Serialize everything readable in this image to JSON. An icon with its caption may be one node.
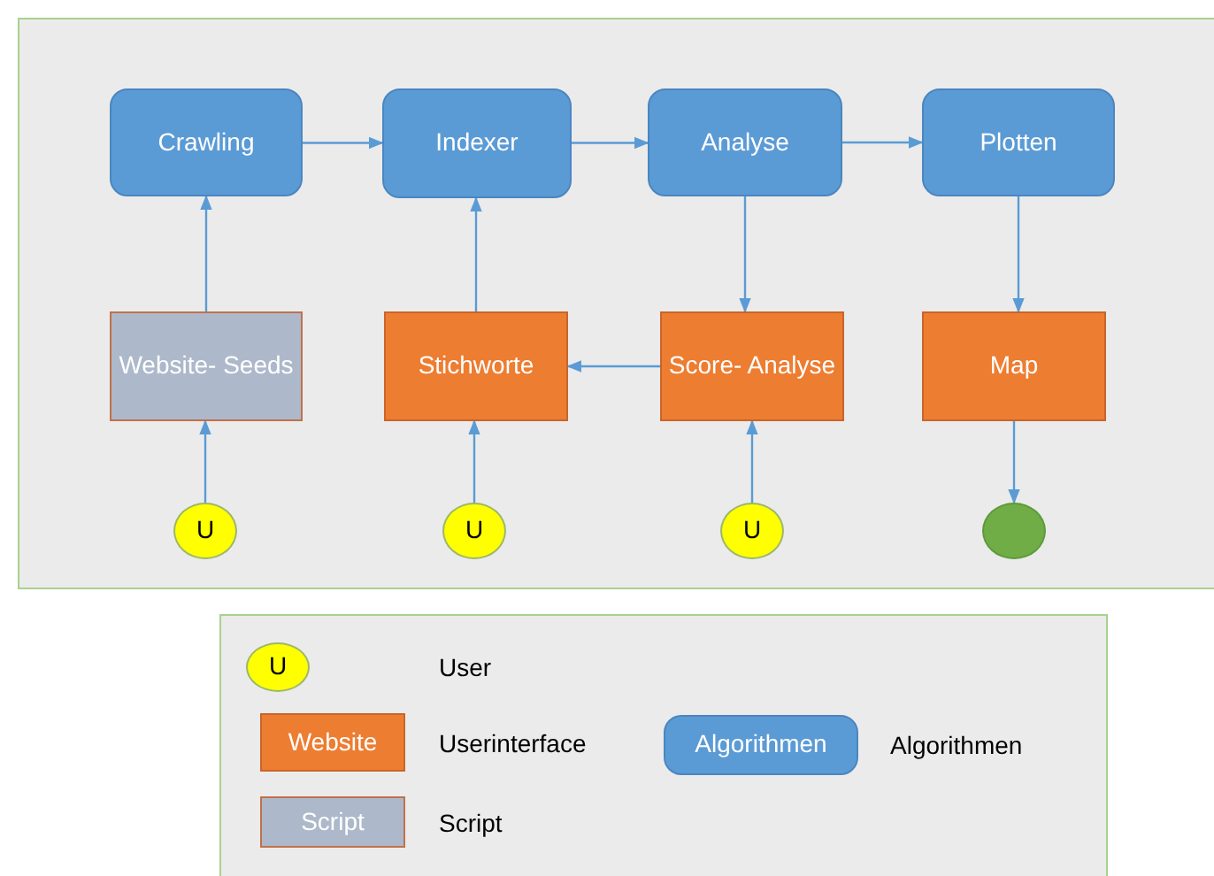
{
  "diagram": {
    "nodes": [
      {
        "text": [
          "Crawling"
        ]
      },
      {
        "text": [
          "Indexer"
        ]
      },
      {
        "text": [
          "Analyse"
        ]
      },
      {
        "text": [
          "Plotten"
        ]
      },
      {
        "text": [
          "Website- Seeds"
        ]
      },
      {
        "text": [
          "Stichworte"
        ]
      },
      {
        "text": [
          "Score- Analyse"
        ]
      },
      {
        "text": [
          "Map"
        ]
      },
      {
        "text": [
          "U"
        ]
      },
      {
        "text": [
          "U"
        ]
      },
      {
        "text": [
          "U"
        ]
      },
      {
        "text": [],
        "shape": "circle"
      },
      {
        "text": [
          "U"
        ]
      },
      {
        "text": [
          "Website"
        ],
        "beside": [
          "Userinterface"
        ]
      },
      {
        "text": [
          "Algorithmen"
        ],
        "beside": [
          "Algorithmen"
        ]
      },
      {
        "text": [
          "Script"
        ],
        "beside": [
          "Script"
        ]
      }
    ],
    "edges": [
      {
        "from": 0,
        "to": 1,
        "arrow": "to"
      },
      {
        "from": 1,
        "to": 2,
        "arrow": "to"
      },
      {
        "from": 2,
        "to": 3,
        "arrow": "to"
      },
      {
        "from": 4,
        "to": 0,
        "arrow": "to"
      },
      {
        "from": 5,
        "to": 1,
        "arrow": "to"
      },
      {
        "from": 2,
        "to": 6,
        "arrow": "to"
      },
      {
        "from": 6,
        "to": 5,
        "arrow": "to"
      },
      {
        "from": 3,
        "to": 7,
        "arrow": "to"
      },
      {
        "from": 7,
        "to": 11,
        "arrow": "to"
      },
      {
        "from": 8,
        "to": 4,
        "arrow": "to"
      },
      {
        "from": 9,
        "to": 5,
        "arrow": "to"
      },
      {
        "from": 10,
        "to": 6,
        "arrow": "to"
      }
    ],
    "labels": [
      "User"
    ]
  }
}
